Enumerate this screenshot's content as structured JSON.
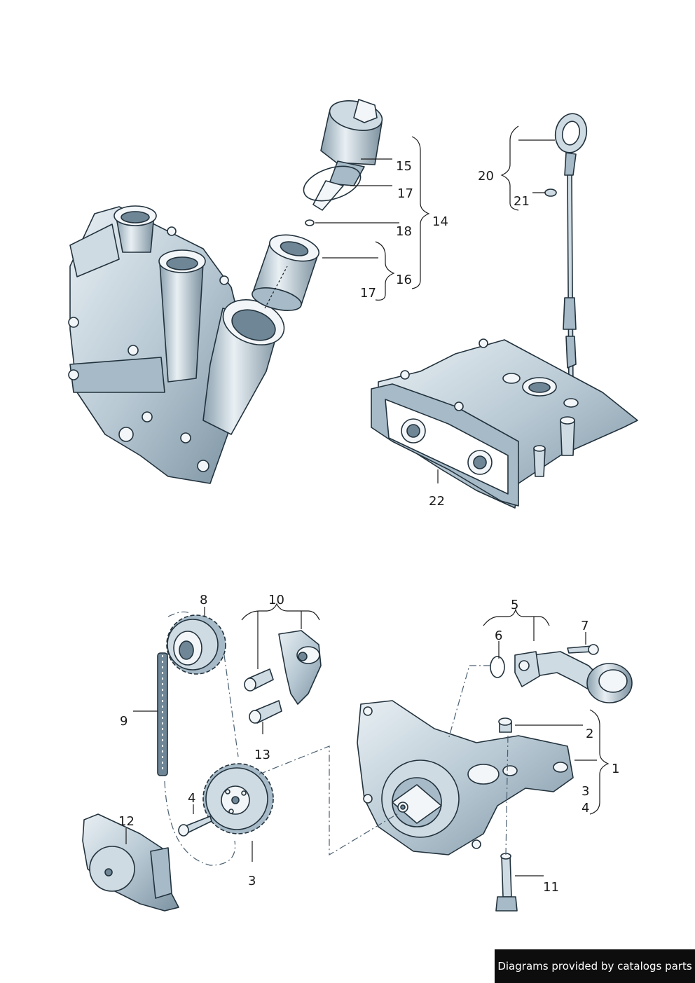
{
  "callouts": {
    "c1": "1",
    "c2": "2",
    "c3a": "3",
    "c3b": "3",
    "c4a": "4",
    "c4b": "4",
    "c5": "5",
    "c6": "6",
    "c7": "7",
    "c8": "8",
    "c9": "9",
    "c10": "10",
    "c11": "11",
    "c12": "12",
    "c13": "13",
    "c14": "14",
    "c15": "15",
    "c16": "16",
    "c17a": "17",
    "c17b": "17",
    "c18": "18",
    "c20": "20",
    "c21": "21",
    "c22": "22"
  },
  "footer": {
    "credit": "Diagrams provided by catalogs parts"
  },
  "colors": {
    "part_fill": "#cfdbe3",
    "part_shadow": "#6f8696",
    "outline": "#22323d",
    "footer_bg": "#0d0d0d"
  }
}
